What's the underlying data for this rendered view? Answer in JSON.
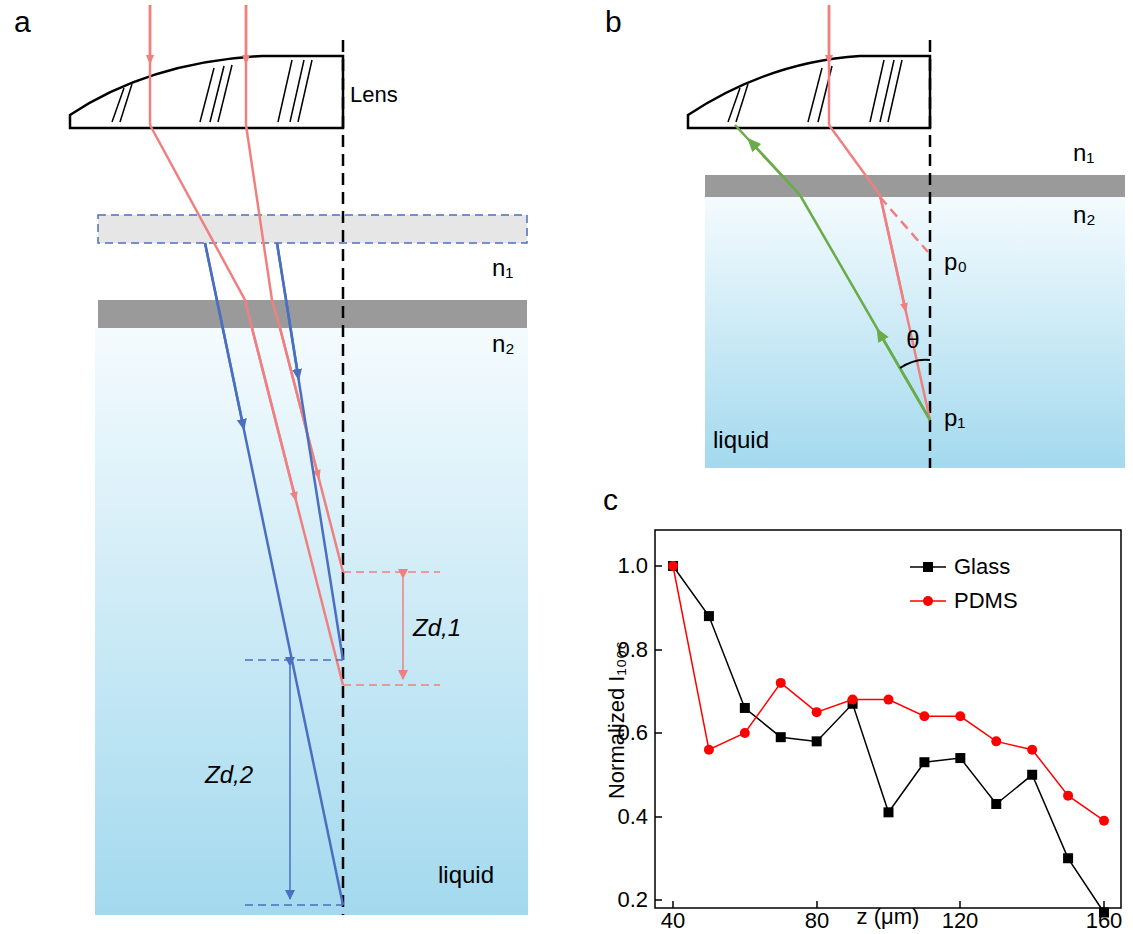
{
  "diagram": {
    "labels": [
      "a",
      "Lens",
      "n₁",
      "n₂",
      "Zd,1",
      "Zd,2",
      "liquid",
      "b",
      "n₁",
      "n₂",
      "p₀",
      "θ",
      "p₁",
      "liquid",
      "c",
      "1.0",
      "0.8",
      "0.6",
      "0.4",
      "0.2",
      "40",
      "80",
      "120",
      "160",
      "z (μm)",
      "Normalized I₁₀₀₆"
    ],
    "legend": [
      {
        "text": "Glass"
      },
      {
        "text": "PDMS"
      }
    ]
  }
}
